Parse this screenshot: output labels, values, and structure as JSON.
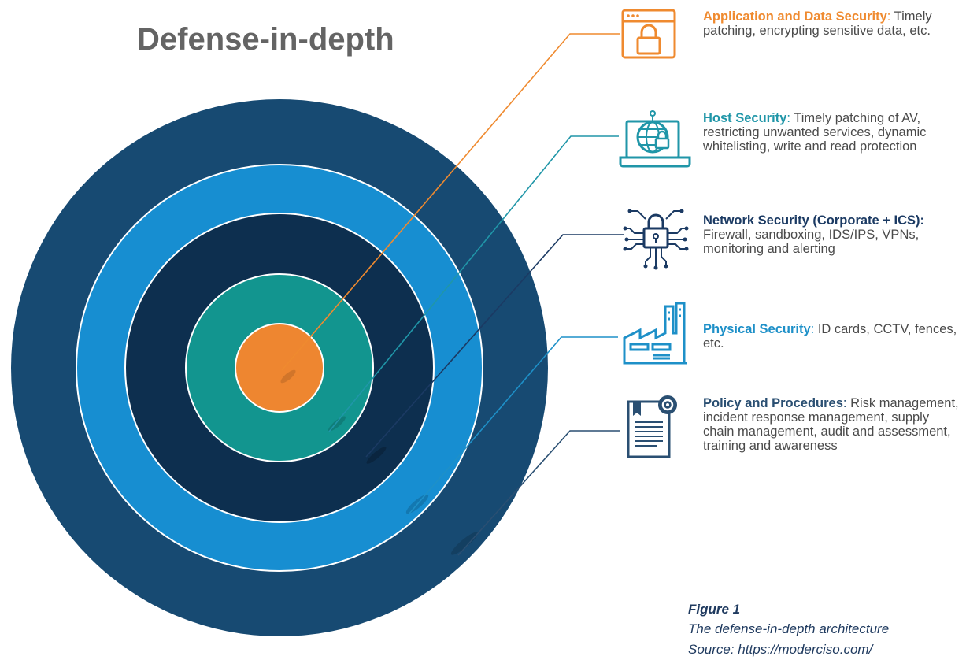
{
  "title": "Defense-in-depth",
  "colors": {
    "outer_ring": "#174a72",
    "second_ring": "#178ed1",
    "third_ring": "#0d2f4f",
    "fourth_ring": "#12958f",
    "core": "#ee8630",
    "app_accent": "#ef8a2f",
    "host_accent": "#2096a8",
    "network_accent": "#1b3a63",
    "physical_accent": "#1e90c8",
    "policy_accent": "#2a4f72"
  },
  "layers": [
    {
      "id": "application",
      "heading": "Application and Data Security",
      "separator": ":",
      "description": " Timely patching, encrypting sensitive data, etc.",
      "icon": "browser-lock-icon"
    },
    {
      "id": "host",
      "heading": "Host Security",
      "separator": ":",
      "description": " Timely patching of AV, restricting unwanted services, dynamic whitelisting, write and read protection",
      "icon": "laptop-globe-lock-icon"
    },
    {
      "id": "network",
      "heading": "Network Security (Corporate + ICS):",
      "separator": "",
      "description": " Firewall, sandboxing, IDS/IPS, VPNs, monitoring and alerting",
      "icon": "circuit-lock-icon"
    },
    {
      "id": "physical",
      "heading": "Physical Security",
      "separator": ":",
      "description": " ID cards, CCTV, fences, etc.",
      "icon": "factory-icon"
    },
    {
      "id": "policy",
      "heading": "Policy and Procedures",
      "separator": ":",
      "description": " Risk management, incident response management, supply chain management, audit and assessment, training and awareness",
      "icon": "document-gear-icon"
    }
  ],
  "caption": {
    "label": "Figure 1",
    "line1": "The defense-in-depth architecture",
    "line2": "Source: https://moderciso.com/"
  }
}
